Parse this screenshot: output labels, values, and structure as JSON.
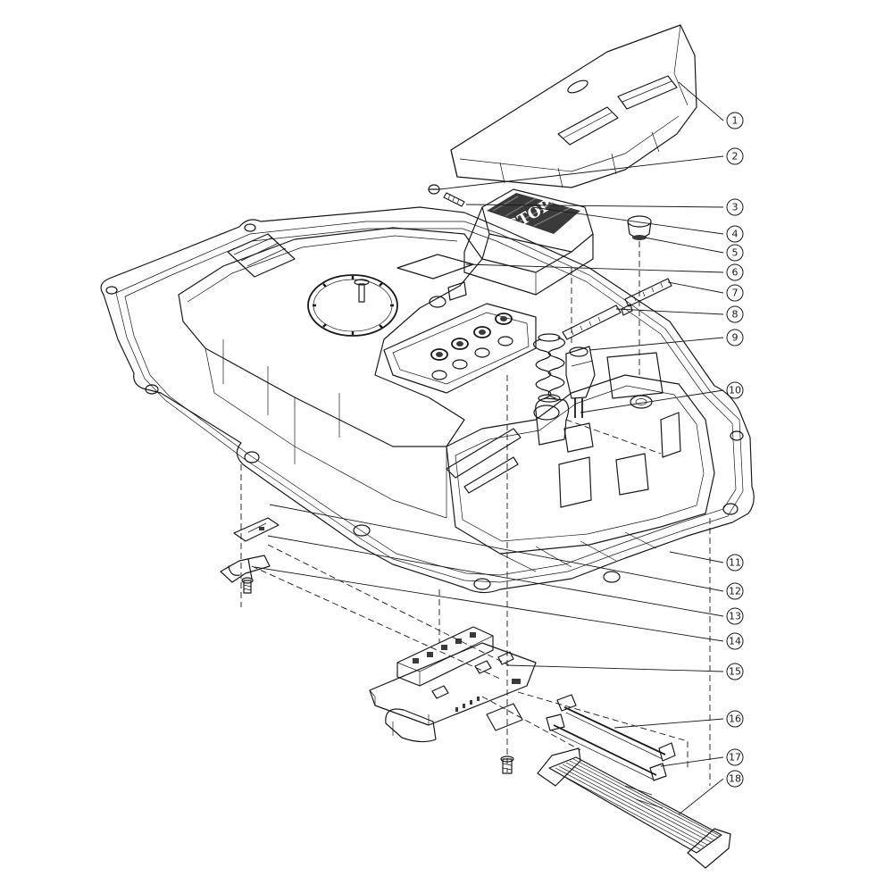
{
  "diagram": {
    "stop_button_text": "STOP",
    "callouts": [
      {
        "number": "1"
      },
      {
        "number": "2"
      },
      {
        "number": "3"
      },
      {
        "number": "4"
      },
      {
        "number": "5"
      },
      {
        "number": "6"
      },
      {
        "number": "7"
      },
      {
        "number": "8"
      },
      {
        "number": "9"
      },
      {
        "number": "10"
      },
      {
        "number": "11"
      },
      {
        "number": "12"
      },
      {
        "number": "13"
      },
      {
        "number": "14"
      },
      {
        "number": "15"
      },
      {
        "number": "16"
      },
      {
        "number": "17"
      },
      {
        "number": "18"
      }
    ]
  }
}
